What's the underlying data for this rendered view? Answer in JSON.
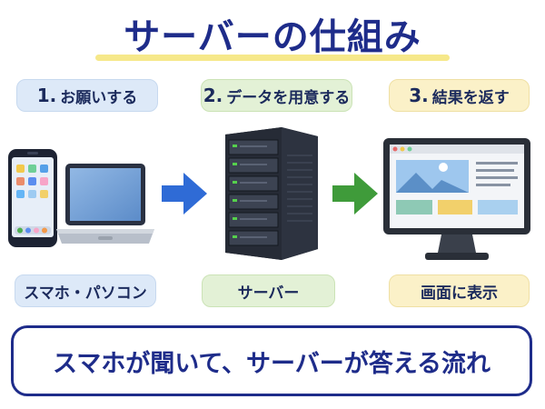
{
  "title": "サーバーの仕組み",
  "steps": [
    {
      "number": "1.",
      "text": "お願いする"
    },
    {
      "number": "2.",
      "text": "データを用意する"
    },
    {
      "number": "3.",
      "text": "結果を返す"
    }
  ],
  "labels": [
    "スマホ・パソコン",
    "サーバー",
    "画面に表示"
  ],
  "summary": "スマホが聞いて、サーバーが答える流れ",
  "colors": {
    "title": "#1e2c8a",
    "arrow_request": "#2f6bd6",
    "arrow_response": "#3f9b3a",
    "step1_bg": "#dde9f8",
    "step2_bg": "#e3f1d6",
    "step3_bg": "#fbf1c8"
  },
  "icons": [
    "smartphone-icon",
    "laptop-icon",
    "server-rack-icon",
    "monitor-icon",
    "arrow-right-icon"
  ]
}
